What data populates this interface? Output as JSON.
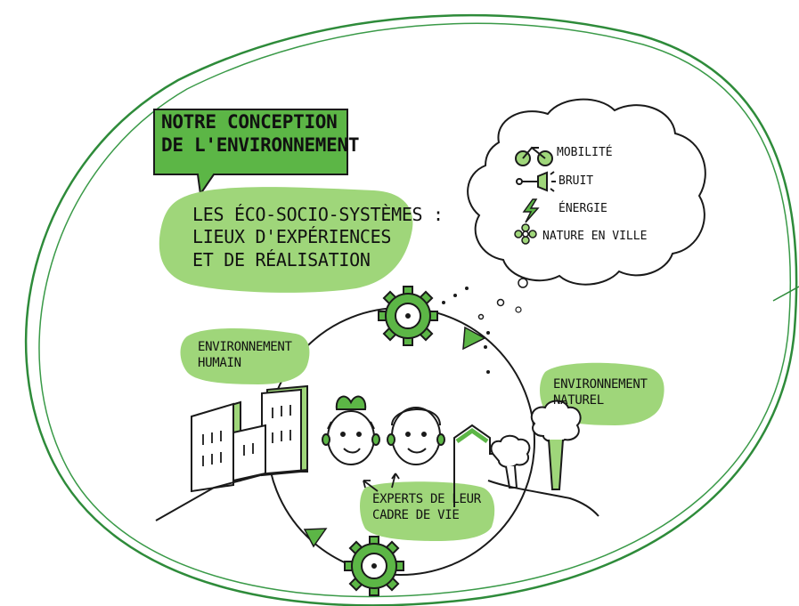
{
  "colors": {
    "light_green": "#9fd67a",
    "mid_green": "#5cb646",
    "dark_green": "#2e8b3a",
    "outline": "#1a1a1a"
  },
  "header": {
    "title_line1": "NOTRE CONCEPTION",
    "title_line2": "DE L'ENVIRONNEMENT"
  },
  "main": {
    "line1": "LES ÉCO-SOCIO-SYSTÈMES :",
    "line2": "LIEUX D'EXPÉRIENCES",
    "line3": "ET DE RÉALISATION"
  },
  "thought_bubble": {
    "items": [
      {
        "icon": "bicycle-icon",
        "label": "MOBILITÉ"
      },
      {
        "icon": "horn-icon",
        "label": "BRUIT"
      },
      {
        "icon": "lightning-icon",
        "label": "ÉNERGIE"
      },
      {
        "icon": "flower-icon",
        "label": "NATURE EN VILLE"
      }
    ]
  },
  "labels": {
    "human_line1": "ENVIRONNEMENT",
    "human_line2": "HUMAIN",
    "natural_line1": "ENVIRONNEMENT",
    "natural_line2": "NATUREL",
    "experts_line1": "EXPERTS DE LEUR",
    "experts_line2": "CADRE DE VIE"
  }
}
